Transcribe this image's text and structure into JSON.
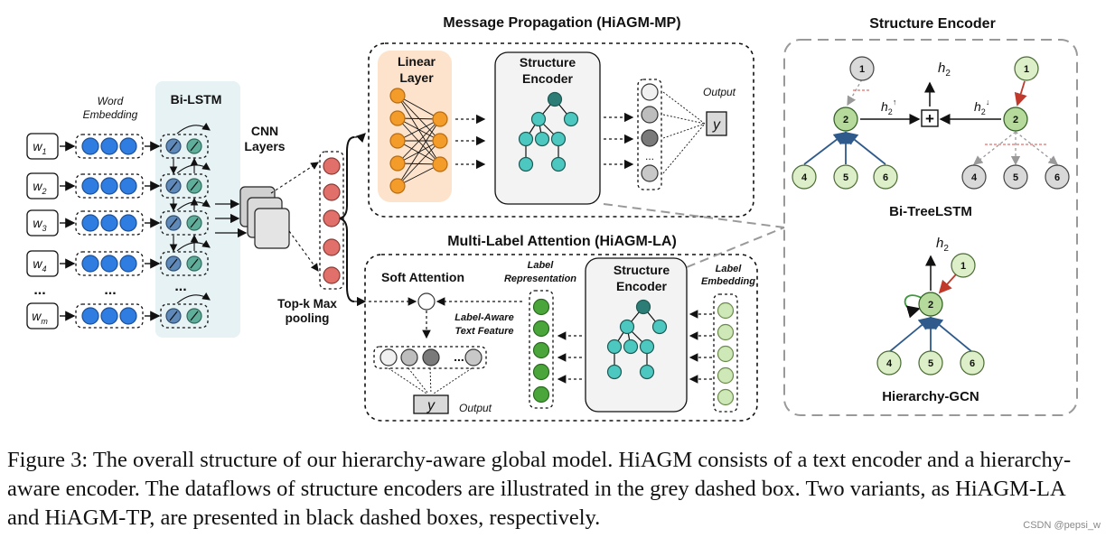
{
  "text_encoder": {
    "word_embedding": [
      "Word",
      "Embedding"
    ],
    "bilstm": "Bi-LSTM",
    "cnn": [
      "CNN",
      "Layers"
    ],
    "topk": [
      "Top-k Max",
      "pooling"
    ],
    "inputs": [
      "w1",
      "w2",
      "w3",
      "w4",
      "wm"
    ],
    "ellipsis": "..."
  },
  "mp_box": {
    "title": "Message Propagation (HiAGM-MP)",
    "linear": [
      "Linear",
      "Layer"
    ],
    "encoder": [
      "Structure",
      "Encoder"
    ],
    "output": "Output",
    "y": "y"
  },
  "la_box": {
    "title": "Multi-Label Attention (HiAGM-LA)",
    "soft_attention": "Soft Attention",
    "label_rep": [
      "Label",
      "Representation"
    ],
    "label_emb": [
      "Label",
      "Embedding"
    ],
    "encoder": [
      "Structure",
      "Encoder"
    ],
    "label_aware": [
      "Label-Aware",
      "Text Feature"
    ],
    "output": "Output",
    "y": "y"
  },
  "structure_encoder": {
    "title": "Structure Encoder",
    "bitree": "Bi-TreeLSTM",
    "gcn": "Hierarchy-GCN",
    "h2": "h",
    "h2_up": "h",
    "h2_down": "h",
    "nodes": [
      "1",
      "2",
      "4",
      "5",
      "6"
    ]
  },
  "caption": "Figure 3: The overall structure of our hierarchy-aware global model. HiAGM consists of a text encoder and a hierarchy-aware encoder. The dataflows of structure encoders are illustrated in the grey dashed box. Two variants, as HiAGM-LA and HiAGM-TP, are presented in black dashed boxes, respectively.",
  "watermark": "CSDN @pepsi_w",
  "colors": {
    "blue": "#2f7de1",
    "orange": "#f39c2a",
    "teal": "#4dc8c0",
    "dark_teal": "#2c7d76",
    "green": "#4aa63a",
    "light_green": "#cfe8b8",
    "red": "#e2706a",
    "grey": "#b5b5b5",
    "dark_grey": "#7a7a7a",
    "bilstm_bg": "#e6f2f4",
    "linear_bg": "#fde3cc"
  }
}
